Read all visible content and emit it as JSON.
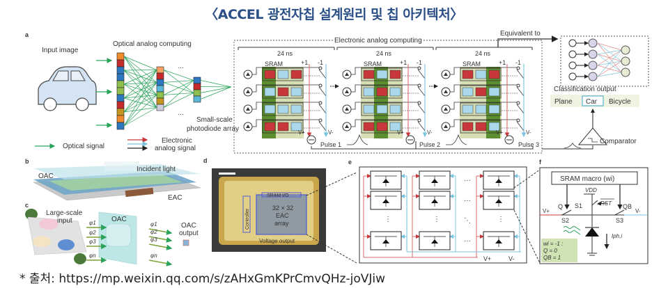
{
  "title": "〈ACCEL 광전자칩 설계원리 및 칩 아키텍처〉",
  "source": "* 출처: https://mp.weixin.qq.com/s/zAHxGmKPrCmvQHz-joVJiw",
  "panel_a": {
    "label": "a",
    "input_image": "Input image",
    "optical_analog_computing": "Optical analog computing",
    "small_scale_1": "Small-scale",
    "small_scale_2": "photodiode array",
    "legend_optical": "Optical signal",
    "legend_electronic_1": "Electronic",
    "legend_electronic_2": "analog signal",
    "electronic_analog_computing": "Electronic analog computing",
    "equivalent_to": "Equivalent to",
    "stages": [
      {
        "time": "24 ns",
        "sram": "SRAM",
        "plus": "+1",
        "minus": "-1",
        "vplus": "V+",
        "vminus": "V-",
        "pulse": "Pulse 1"
      },
      {
        "time": "24 ns",
        "sram": "SRAM",
        "plus": "+1",
        "minus": "-1",
        "vplus": "V+",
        "vminus": "V-",
        "pulse": "Pulse 2"
      },
      {
        "time": "24 ns",
        "sram": "SRAM",
        "plus": "+1",
        "minus": "-1",
        "vplus": "V+",
        "vminus": "V-",
        "pulse": "Pulse 3"
      }
    ],
    "classification_output": "Classification output",
    "classes": [
      "Plane",
      "Car",
      "Bicycle"
    ],
    "selected_class": "Car",
    "comparator": "Comparator"
  },
  "panel_b": {
    "label": "b",
    "oac": "OAC",
    "incident_light": "Incident light",
    "eac": "EAC"
  },
  "panel_c": {
    "label": "c",
    "input_1": "Large-scale",
    "input_2": "input",
    "oac": "OAC",
    "output_1": "OAC",
    "output_2": "output",
    "phi_in": [
      "φ1",
      "φ2",
      "φ3",
      "φn"
    ],
    "phi_out": [
      "φ1",
      "φ2",
      "φ3",
      "φn"
    ]
  },
  "panel_d": {
    "label": "d",
    "sram_io": "SRAM I/O",
    "controller": "Controller",
    "array_1": "32 × 32",
    "array_2": "EAC",
    "array_3": "array",
    "voltage_output": "Voltage output"
  },
  "panel_e": {
    "label": "e",
    "vplus": "V+",
    "vminus": "V-"
  },
  "panel_f": {
    "label": "f",
    "sram_macro": "SRAM macro (wi)",
    "vdd": "VDD",
    "s1": "S1",
    "rst": "RST",
    "q": "Q",
    "qb": "QB",
    "s2": "S2",
    "s3": "S3",
    "vplus": "V+",
    "vminus": "V-",
    "iph": "Iph,i",
    "note": [
      "wi = -1 :",
      "Q = 0",
      "QB = 1"
    ]
  },
  "colors": {
    "title": "#2a4f86",
    "optical": "#2aa35a",
    "red": "#c8383a",
    "blue": "#78c3df",
    "green_block": "#5b8f2e"
  }
}
